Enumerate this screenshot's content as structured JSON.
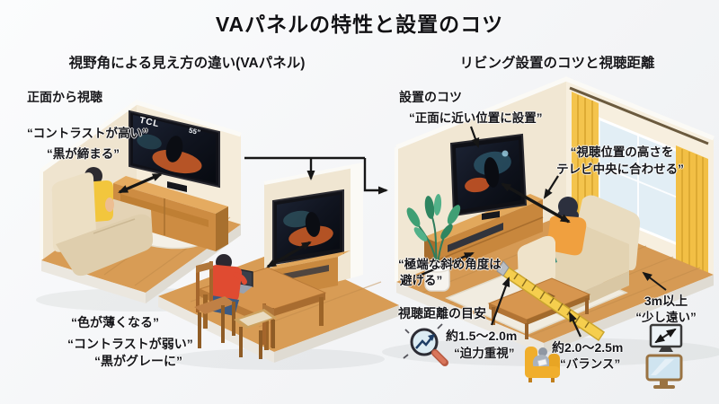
{
  "title": "VAパネルの特性と設置のコツ",
  "left_panel": {
    "heading": "視野角による見え方の違い(VAパネル)",
    "front_view": {
      "label": "正面から視聴",
      "quote1": "“コントラストが高い”",
      "quote2": "“黒が締まる”",
      "tv_brand": "TCL",
      "tv_size_label": "55”"
    },
    "angled_view": {
      "quote1": "“色が薄くなる”",
      "quote2": "“コントラストが弱い”",
      "quote3": "“黒がグレーに”"
    }
  },
  "right_panel": {
    "heading": "リビング設置のコツと視聴距離",
    "tips_heading": "設置のコツ",
    "tip_front_position": "“正面に近い位置に設置”",
    "tip_height_line1": "“視聴位置の高さを",
    "tip_height_line2": "テレビ中央に合わせる”",
    "tip_angle_line1": "“極端な斜め角度は",
    "tip_angle_line2": "避ける”",
    "distance_heading": "視聴距離の目安",
    "distance_near": {
      "value": "約1.5〜2.0m",
      "note": "“迫力重視”"
    },
    "distance_mid": {
      "value": "約2.0〜2.5m",
      "note": "“バランス”"
    },
    "distance_far": {
      "value": "3m以上",
      "note": "“少し遠い”"
    }
  },
  "icons": {
    "magnifier": "magnifier-trend-icon",
    "armchair": "armchair-person-icon",
    "tv_diagonal": "tv-diagonal-size-icon",
    "tv_front": "tv-front-icon"
  },
  "colors": {
    "background": "#f6f7f8",
    "text": "#16161a",
    "wall_cream": "#f1e7d3",
    "floor_wood": "#d69a54",
    "cabinet_wood": "#c8873d",
    "curtain_yellow": "#f4c44d",
    "tape_yellow": "#f5ce4e",
    "arrow_black": "#161616",
    "sofa_beige": "#e9dcc0",
    "shirt_yellow": "#f2c63d",
    "shirt_red": "#e04b31",
    "shirt_orange": "#f0a03f",
    "plant_green": "#3f9f74"
  }
}
